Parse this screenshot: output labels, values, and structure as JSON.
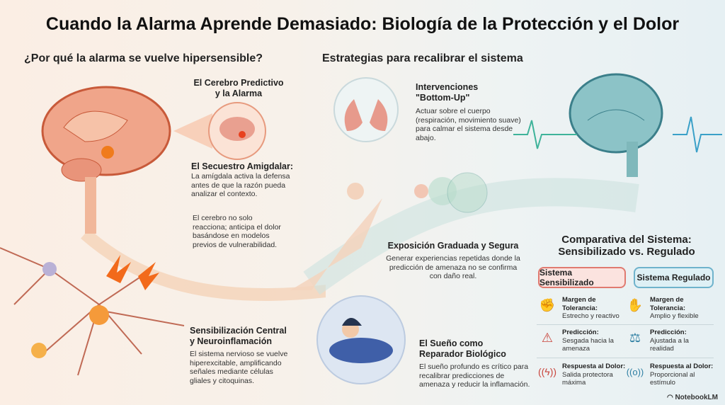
{
  "title": "Cuando la Alarma Aprende Demasiado: Biología de la Protección y el Dolor",
  "left": {
    "heading": "¿Por qué la alarma se vuelve hipersensible?",
    "predictive": {
      "title_l1": "El Cerebro Predictivo",
      "title_l2": "y la Alarma"
    },
    "amygdala": {
      "title": "El Secuestro Amigdalar:",
      "text": "La amígdala activa la defensa antes de que la razón pueda analizar el contexto."
    },
    "anticipation": "El cerebro no solo reacciona; anticipa el dolor basándose en modelos previos de vulnerabilidad.",
    "central": {
      "title_l1": "Sensibilización Central",
      "title_l2": "y Neuroinflamación",
      "text": "El sistema nervioso se vuelve hiperexcitable, amplificando señales mediante células gliales y citoquinas."
    }
  },
  "middle": {
    "heading": "Estrategias para recalibrar el sistema",
    "bottom_up": {
      "title_l1": "Intervenciones",
      "title_l2": "\"Bottom-Up\"",
      "text": "Actuar sobre el cuerpo (respiración, movimiento suave) para calmar el sistema desde abajo."
    },
    "exposure": {
      "title": "Exposición Graduada y Segura",
      "text": "Generar experiencias repetidas donde la predicción de amenaza no se confirma con daño real."
    },
    "sleep": {
      "title_l1": "El Sueño como",
      "title_l2": "Reparador Biológico",
      "text": "El sueño profundo es crítico para recalibrar predicciones de amenaza y reducir la inflamación."
    }
  },
  "comparison": {
    "title_l1": "Comparativa del Sistema:",
    "title_l2": "Sensibilizado vs. Regulado",
    "sensitized_label": "Sistema Sensibilizado",
    "regulated_label": "Sistema Regulado",
    "rows": [
      {
        "s_bold": "Margen de Tolerancia:",
        "s_text": "Estrecho y reactivo",
        "r_bold": "Margen de Tolerancia:",
        "r_text": "Amplio y flexible"
      },
      {
        "s_bold": "Predicción:",
        "s_text": "Sesgada hacia la amenaza",
        "r_bold": "Predicción:",
        "r_text": "Ajustada a la realidad"
      },
      {
        "s_bold": "Respuesta al Dolor:",
        "s_text": "Salida protectora máxima",
        "r_bold": "Respuesta al Dolor:",
        "r_text": "Proporcional al estímulo"
      }
    ],
    "colors": {
      "sensitized": "#c9453d",
      "regulated": "#2e7fa3"
    }
  },
  "brand": "NotebookLM"
}
